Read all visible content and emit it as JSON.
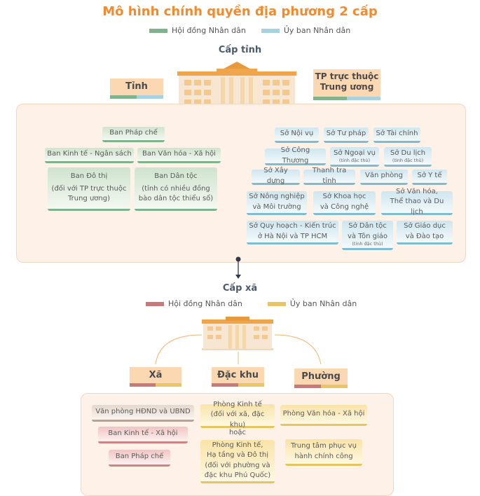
{
  "title": "Mô hình chính quyền địa phương 2 cấp",
  "colors": {
    "title": "#f28a2e",
    "hdnd_tinh": "#7fb38b",
    "ubnd_tinh": "#a8d2e2",
    "hdnd_xa": "#c9797a",
    "ubnd_xa": "#e8c663"
  },
  "province": {
    "legend": {
      "hdnd": "Hội đồng Nhân dân",
      "ubnd": "Ủy ban Nhân dân"
    },
    "heading": "Cấp tỉnh",
    "tinh_label": "Tỉnh",
    "tp_label_line1": "TP trực thuộc",
    "tp_label_line2": "Trung ương",
    "hdnd_boxes": {
      "ban_phap_che": "Ban Pháp chế",
      "ban_kinh_te": "Ban Kinh tế - Ngân sách",
      "ban_van_hoa": "Ban Văn hóa - Xã hội",
      "ban_do_thi": "Ban Đô thị",
      "ban_do_thi_note": "(đối với TP trực thuộc Trung ương)",
      "ban_dan_toc": "Ban Dân tộc",
      "ban_dan_toc_note": "(tỉnh có nhiều đồng bào dân tộc thiểu số)"
    },
    "ubnd_boxes": {
      "noi_vu": "Sở Nội vụ",
      "tu_phap": "Sở Tư pháp",
      "tai_chinh": "Sở Tài chính",
      "cong_thuong": "Sở Công Thương",
      "ngoai_vu": "Sở Ngoại vụ",
      "ngoai_vu_note": "(tỉnh đặc thù)",
      "du_lich": "Sở Du lịch",
      "du_lich_note": "(tỉnh đặc thù)",
      "xay_dung": "Sở Xây dựng",
      "thanh_tra": "Thanh tra tỉnh",
      "van_phong": "Văn phòng",
      "y_te": "Sở Y tế",
      "nong_nghiep_1": "Sở Nông nghiệp",
      "nong_nghiep_2": "và Môi trường",
      "khoa_hoc_1": "Sở Khoa học",
      "khoa_hoc_2": "và Công nghệ",
      "van_hoa_1": "Sở Văn hóa,",
      "van_hoa_2": "Thể thao và Du lịch",
      "quy_hoach_1": "Sở Quy hoạch - Kiến trúc",
      "quy_hoach_2": "ở Hà Nội và TP HCM",
      "dan_toc_1": "Sở Dân tộc",
      "dan_toc_2": "và Tôn giáo",
      "dan_toc_note": "(tỉnh đặc thù)",
      "giao_duc_1": "Sở Giáo dục",
      "giao_duc_2": "và Đào tạo"
    }
  },
  "commune": {
    "heading": "Cấp xã",
    "legend": {
      "hdnd": "Hội đồng Nhân dân",
      "ubnd": "Ủy ban Nhân dân"
    },
    "xa_label": "Xã",
    "dac_khu_label": "Đặc khu",
    "phuong_label": "Phường",
    "boxes": {
      "van_phong": "Văn phòng HĐND và UBND",
      "ban_kinh_te": "Ban Kinh tế - Xã hội",
      "ban_phap_che": "Ban Pháp chế",
      "phong_kinh_te": "Phòng Kinh tế",
      "phong_kinh_te_note": "(đối với xã, đặc khu)",
      "hoac": "hoặc",
      "phong_kt_ht_1": "Phòng Kinh tế,",
      "phong_kt_ht_2": "Hạ tầng và Đô thị",
      "phong_kt_ht_3": "(đối với phường và",
      "phong_kt_ht_4": "đặc khu Phú Quốc)",
      "phong_van_hoa": "Phòng Văn hóa - Xã hội",
      "trung_tam_1": "Trung tâm phục vụ",
      "trung_tam_2": "hành chính công"
    }
  }
}
